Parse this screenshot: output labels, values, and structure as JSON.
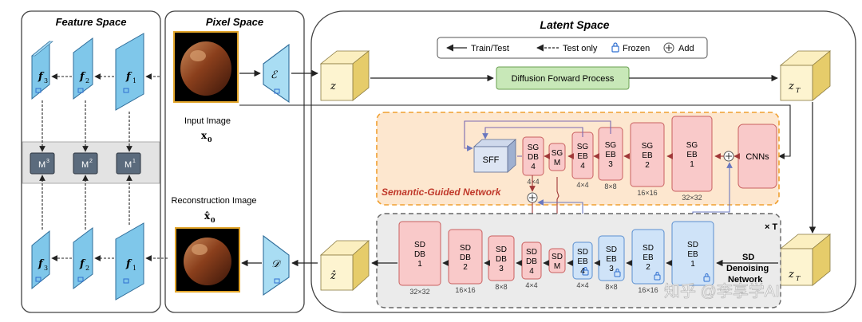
{
  "panels": {
    "feature": "Feature Space",
    "pixel": "Pixel Space",
    "latent": "Latent Space"
  },
  "legend": {
    "train_test": "Train/Test",
    "test_only": "Test only",
    "frozen": "Frozen",
    "add": "Add"
  },
  "features": {
    "f3": "f",
    "f2": "f",
    "f1": "f",
    "sub3": "3",
    "sub2": "2",
    "sub1": "1",
    "m": "M",
    "m3": "3",
    "m2": "2",
    "m1": "1"
  },
  "pixel": {
    "input_caption": "Input Image",
    "input_symbol": "x",
    "input_sub": "0",
    "recon_caption": "Reconstruction Image",
    "recon_symbol": "x̂",
    "recon_sub": "0",
    "encoder": "ℰ",
    "decoder": "𝒟"
  },
  "latent": {
    "z": "z",
    "zT": "z",
    "zT_sub": "T",
    "zhat": "ẑ",
    "diffusion": "Diffusion Forward Process",
    "times_t": "× T",
    "sgn_title": "Semantic-Guided Network",
    "sd_title_1": "SD",
    "sd_title_2": "Denoising",
    "sd_title_3": "Network",
    "sff": "SFF",
    "cnns": "CNNs"
  },
  "sg_blocks": [
    {
      "l1": "SG",
      "l2": "DB",
      "l3": "4",
      "size": "4×4"
    },
    {
      "l1": "SG",
      "l2": "M",
      "l3": "",
      "size": ""
    },
    {
      "l1": "SG",
      "l2": "EB",
      "l3": "4",
      "size": "4×4"
    },
    {
      "l1": "SG",
      "l2": "EB",
      "l3": "3",
      "size": "8×8"
    },
    {
      "l1": "SG",
      "l2": "EB",
      "l3": "2",
      "size": "16×16"
    },
    {
      "l1": "SG",
      "l2": "EB",
      "l3": "1",
      "size": "32×32"
    }
  ],
  "sd_blocks": [
    {
      "l1": "SD",
      "l2": "DB",
      "l3": "1",
      "size": "32×32"
    },
    {
      "l1": "SD",
      "l2": "DB",
      "l3": "2",
      "size": "16×16"
    },
    {
      "l1": "SD",
      "l2": "DB",
      "l3": "3",
      "size": "8×8"
    },
    {
      "l1": "SD",
      "l2": "DB",
      "l3": "4",
      "size": "4×4"
    },
    {
      "l1": "SD",
      "l2": "M",
      "l3": "",
      "size": ""
    },
    {
      "l1": "SD",
      "l2": "EB",
      "l3": "4",
      "size": "4×4"
    },
    {
      "l1": "SD",
      "l2": "EB",
      "l3": "3",
      "size": "8×8"
    },
    {
      "l1": "SD",
      "l2": "EB",
      "l3": "2",
      "size": "16×16"
    },
    {
      "l1": "SD",
      "l2": "EB",
      "l3": "1",
      "size": ""
    }
  ],
  "watermark": "知乎 @李享学AI",
  "colors": {
    "sg_fill": "#f9c9c9",
    "sg_stroke": "#c96060",
    "sd_fill": "#cfe3f8",
    "sd_stroke": "#5b8fd0",
    "sgn_bg": "#fde7cf",
    "sgn_border": "#f0a030",
    "diffusion_fill": "#c8e8b8",
    "feature_fill": "#7fc7ea",
    "m_fill": "#5b6b7d"
  }
}
